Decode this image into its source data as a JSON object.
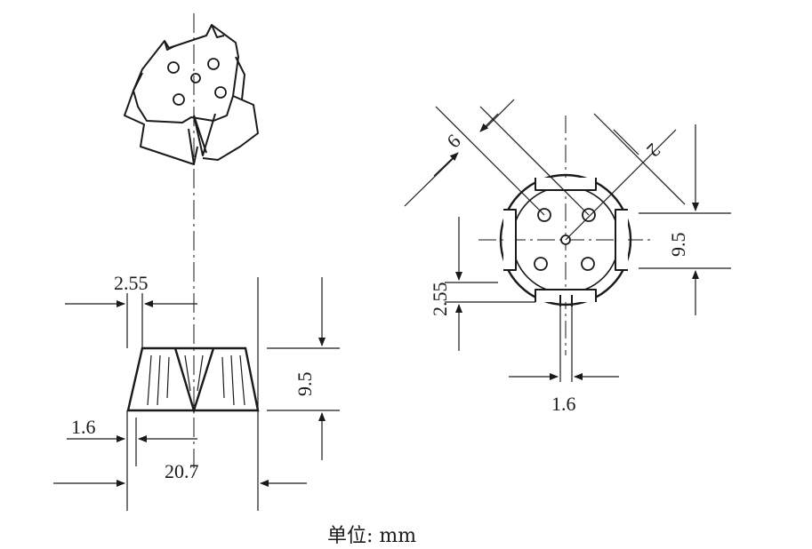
{
  "dims": {
    "side_top_width": "2.55",
    "side_height": "9.5",
    "side_slot_width": "1.6",
    "side_base_width": "20.7",
    "top_hole_diameter": "6",
    "top_center_hole": "2",
    "top_height": "9.5",
    "top_slot_offset": "2.55",
    "top_slot_width": "1.6"
  },
  "caption": "单位: mm"
}
